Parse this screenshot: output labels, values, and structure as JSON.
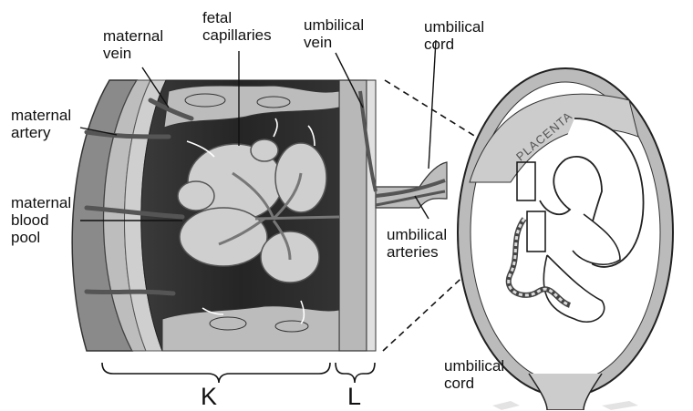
{
  "labels": {
    "maternal_vein": "maternal\nvein",
    "fetal_capillaries": "fetal\ncapillaries",
    "umbilical_vein": "umbilical\nvein",
    "umbilical_cord_top": "umbilical\ncord",
    "maternal_artery": "maternal\nartery",
    "maternal_blood_pool": "maternal\nblood\npool",
    "umbilical_arteries": "umbilical\narteries",
    "umbilical_cord_bottom": "umbilical\ncord",
    "placenta": "PLACENTA",
    "k": "K",
    "l": "L"
  }
}
